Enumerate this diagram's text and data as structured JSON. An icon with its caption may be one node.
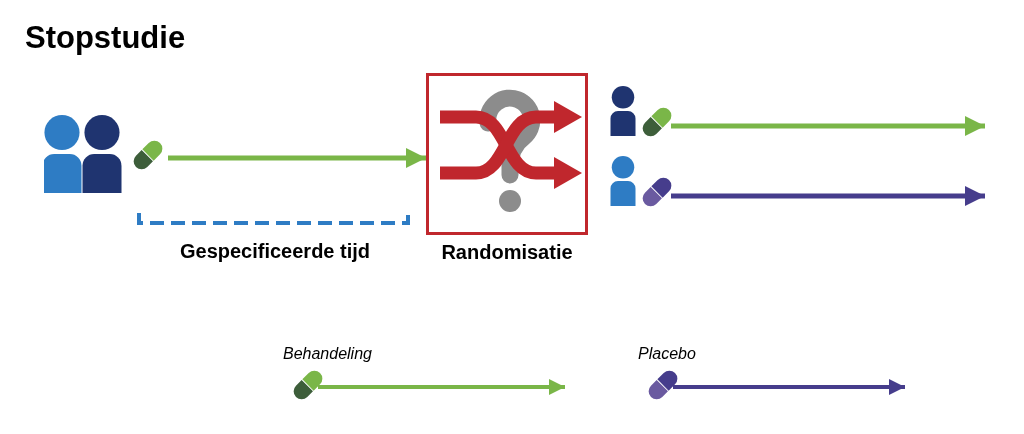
{
  "diagram": {
    "title": "Stopstudie",
    "nodes": [
      {
        "text": [],
        "shape": "person"
      },
      {
        "text": [
          "Randomisatie"
        ]
      },
      {
        "text": [],
        "shape": "person"
      },
      {
        "text": [],
        "shape": "person"
      }
    ],
    "edges": [
      {
        "from": 0,
        "to": 1,
        "arrow": "to"
      },
      {
        "from": 2,
        "to": null,
        "arrow": "to"
      },
      {
        "from": 3,
        "to": null,
        "arrow": "to",
        "color": "#463d8c"
      }
    ],
    "labels": [
      "Gespecificeerde tijd"
    ],
    "legend": [
      {
        "text": "Behandeling"
      },
      {
        "text": "Placebo"
      }
    ]
  }
}
